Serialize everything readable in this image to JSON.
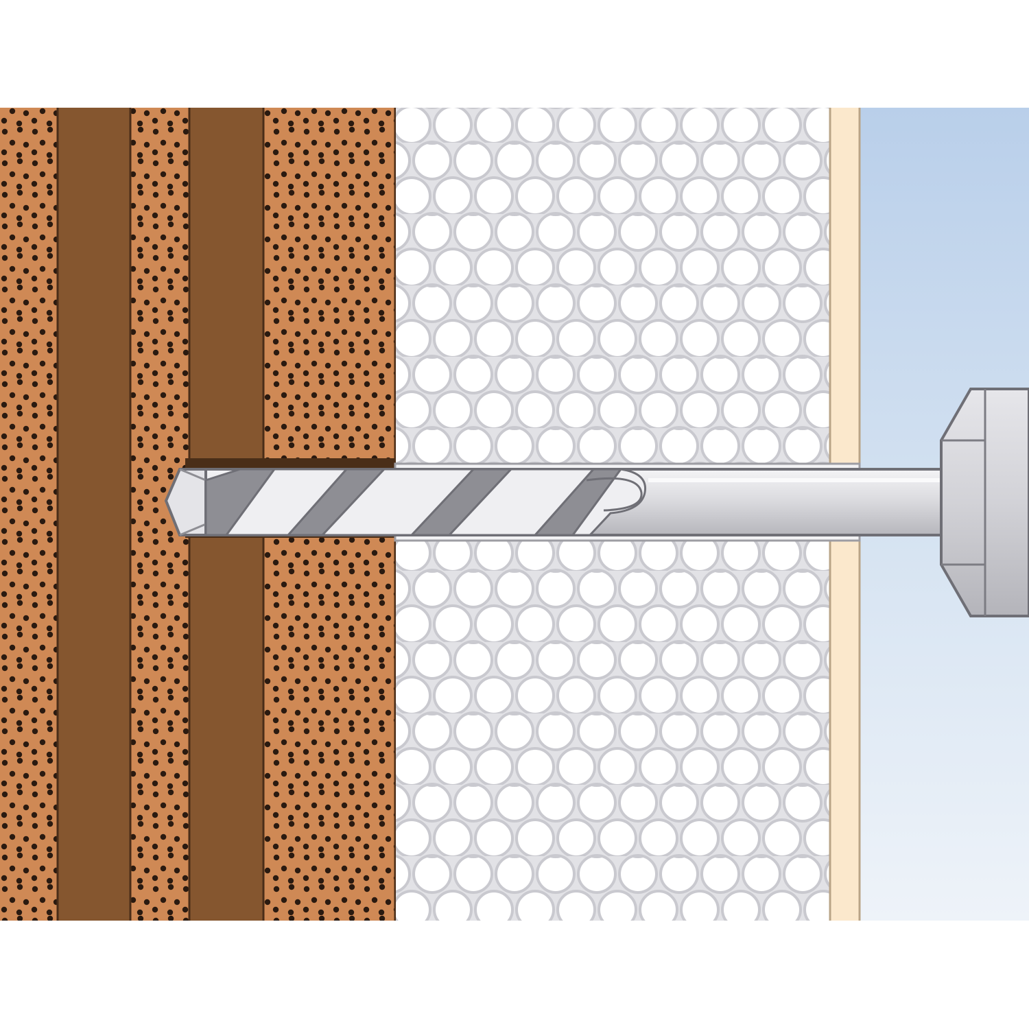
{
  "diagram": {
    "layers": [
      {
        "name": "brick-masonry",
        "fill": "#cf8955"
      },
      {
        "name": "brick-web",
        "fill": "#85562f"
      },
      {
        "name": "eps-insulation",
        "fill": "#e4e4e8"
      },
      {
        "name": "render-layer",
        "fill": "#fbe8cc"
      },
      {
        "name": "exterior-air",
        "fill": "#c9d9ec"
      }
    ],
    "dot_color": "#2a1a10",
    "outline_color": "#4a2d18",
    "drill": {
      "shaft_color": "#d4d4d8",
      "flute_light": "#efeff2",
      "flute_dark": "#8e8e94",
      "chuck_color": "#cfcfd4"
    }
  }
}
